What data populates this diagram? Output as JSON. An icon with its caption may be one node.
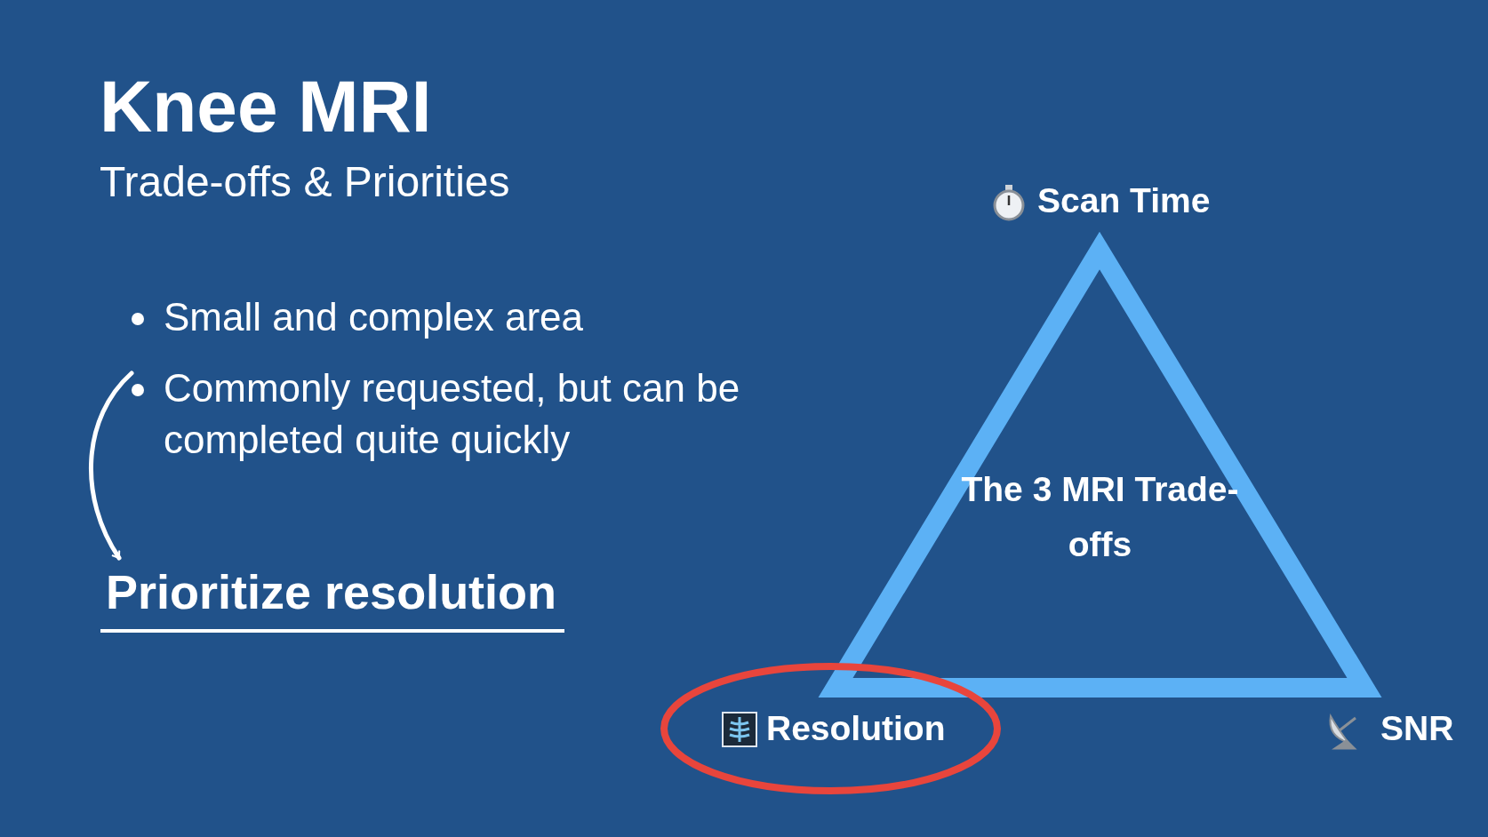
{
  "diagram": {
    "title": "Knee MRI",
    "nodes": [
      {
        "text": [
          "Small and complex area",
          "Commonly requested, but can be completed quite quickly"
        ]
      },
      {
        "text": [
          "Prioritize resolution"
        ]
      },
      {
        "text": [
          "The 3 MRI Trade-offs"
        ]
      },
      {
        "text": [
          "Resolution"
        ]
      }
    ],
    "edges": [
      {
        "from": 0,
        "to": 1,
        "arrow": "to"
      }
    ],
    "labels": [
      "Trade-offs & Priorities",
      "Scan Time",
      "SNR"
    ]
  }
}
